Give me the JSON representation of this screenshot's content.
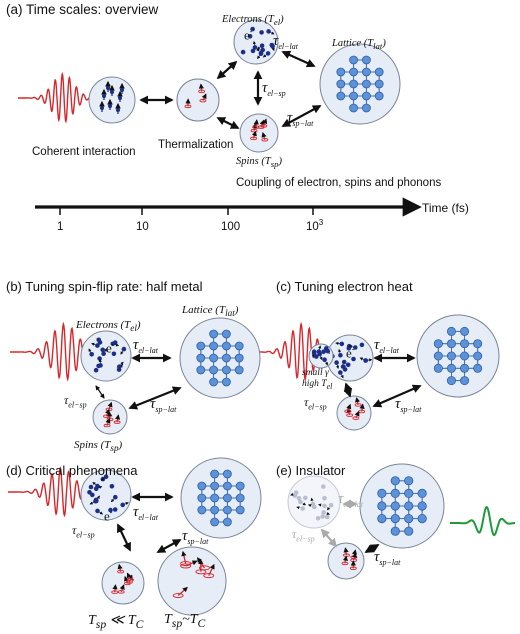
{
  "panels": {
    "a": {
      "title": "(a) Time scales: overview"
    },
    "b": {
      "title": "(b) Tuning spin-flip rate: half metal"
    },
    "c": {
      "title": "(c) Tuning electron heat"
    },
    "d": {
      "title": "(d) Critical phenomena"
    },
    "e": {
      "title": "(e) Insulator"
    }
  },
  "labels": {
    "electrons": "Electrons (T",
    "electrons_sub": "el",
    "lattice": "Lattice (T",
    "lattice_sub": "lat",
    "spins": "Spins (T",
    "spins_sub": "sp",
    "coherent": "Coherent interaction",
    "thermalization": "Thermalization",
    "coupling": "Coupling of electron, spins and phonons",
    "electron_symbol": "e",
    "electron_sup": "-",
    "small_gamma": "small γ",
    "high_t": "high T",
    "high_t_sub": "el",
    "d_low": "T",
    "d_low_sub": "sp",
    "d_low_rel": " ≪ T",
    "d_low_rel_sub": "C",
    "d_high": "T",
    "d_high_sub": "sp",
    "d_high_rel": "~T",
    "d_high_rel_sub": "C"
  },
  "tau": {
    "symbol": "τ",
    "el_lat": "el−lat",
    "el_sp": "el−sp",
    "sp_lat": "sp−lat"
  },
  "timeline": {
    "axis_label": "Time (fs)",
    "ticks": [
      "1",
      "10",
      "100",
      "10",
      ""
    ],
    "tick4_base": "10",
    "tick4_sup": "3"
  },
  "colors": {
    "pulse": "#d8262b",
    "probe": "#1f9a3a",
    "electron_dot": "#1c2f86",
    "lattice_node": "#5b92d8",
    "circle_fill": "#e6edf7",
    "spin": "#d8262b",
    "spin_blue": "#1f3fbf",
    "faded": "#b8bfd0"
  }
}
